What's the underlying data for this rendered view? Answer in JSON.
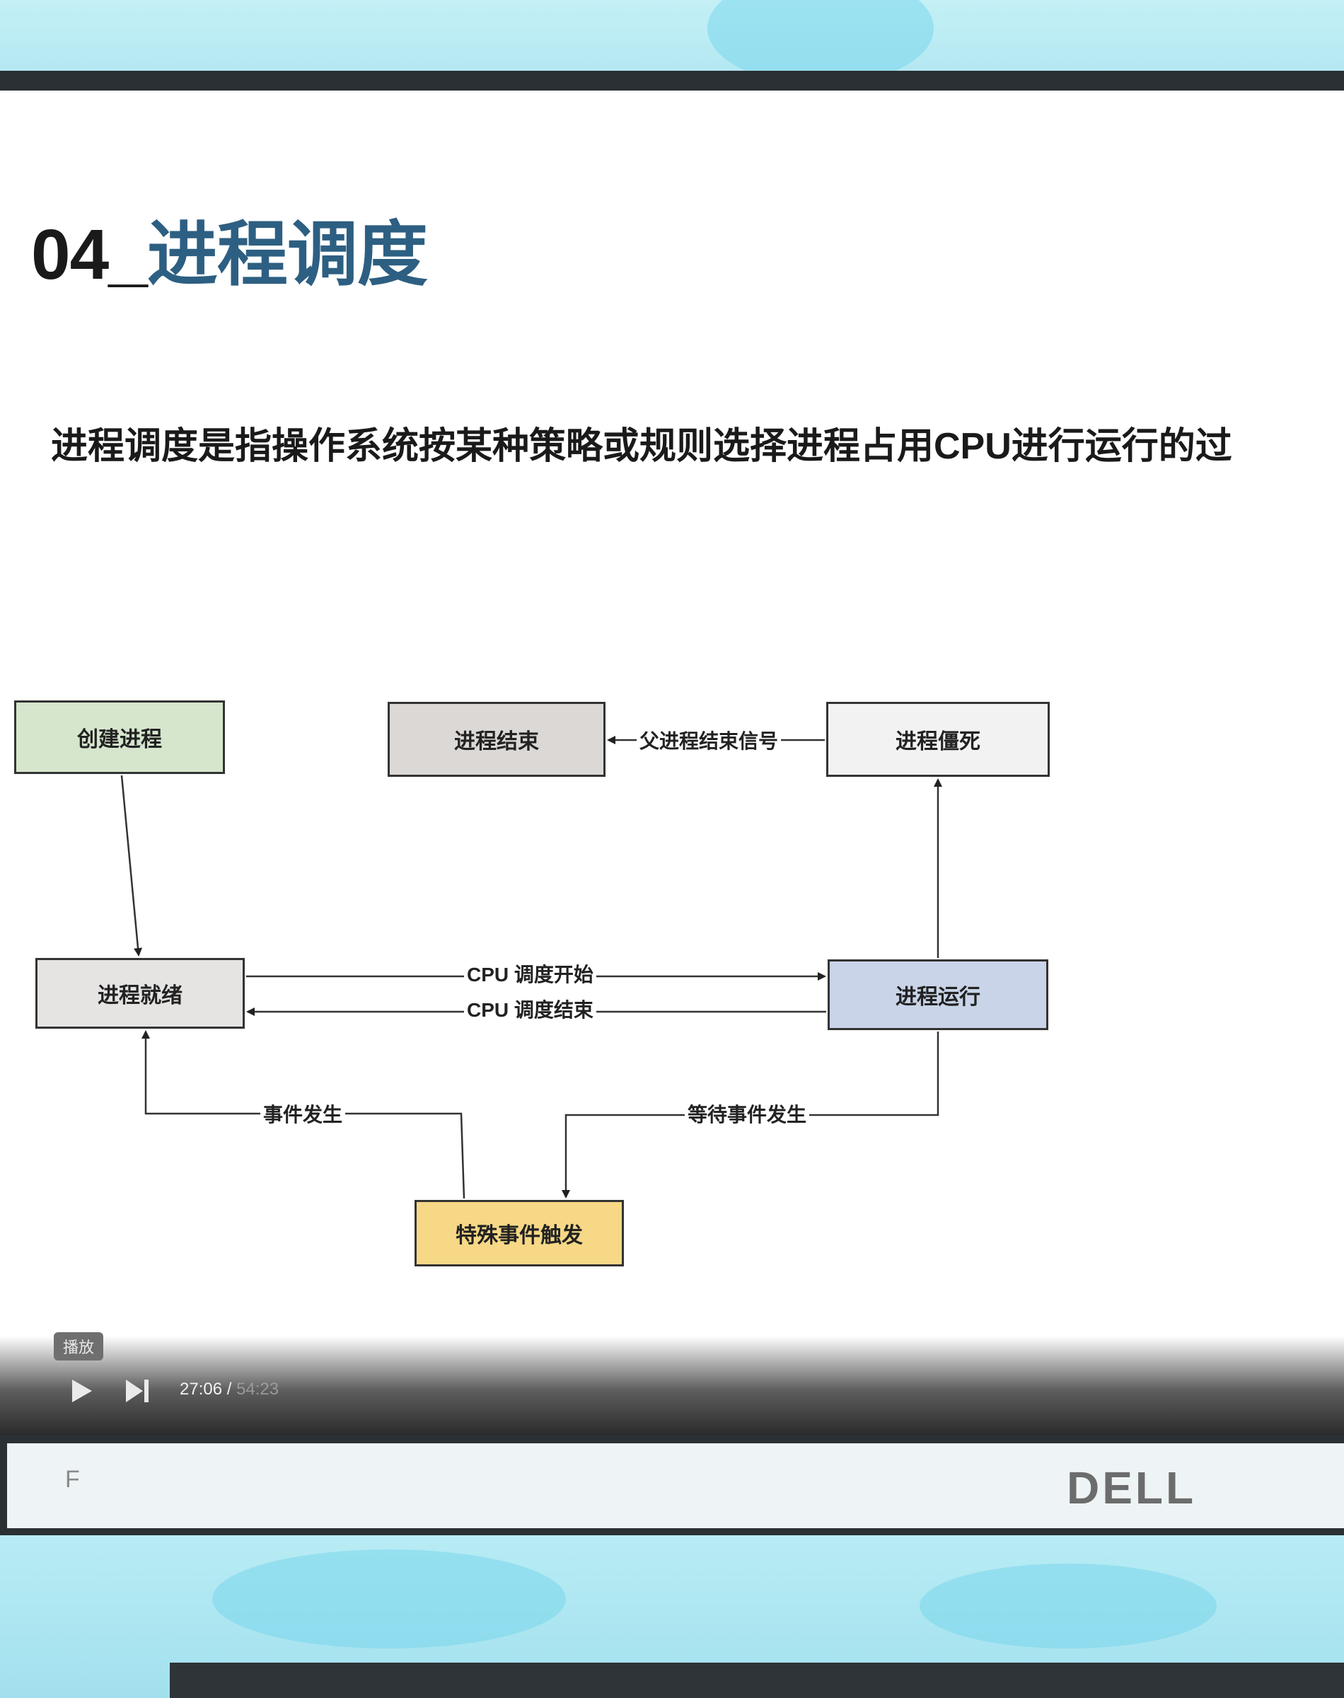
{
  "slide": {
    "title_number": "04_",
    "title_text": "进程调度",
    "description": "进程调度是指操作系统按某种策略或规则选择进程占用CPU进行运行的过"
  },
  "diagram": {
    "nodes": {
      "create": "创建进程",
      "end": "进程结束",
      "zombie": "进程僵死",
      "ready": "进程就绪",
      "run": "进程运行",
      "special_event": "特殊事件触发"
    },
    "edges": {
      "parent_end_signal": "父进程结束信号",
      "cpu_schedule_start": "CPU 调度开始",
      "cpu_schedule_end": "CPU 调度结束",
      "event_occur": "事件发生",
      "wait_event_occur": "等待事件发生"
    }
  },
  "player": {
    "badge": "播放",
    "current_time": "27:06 / ",
    "total_time": "54:23"
  },
  "monitor": {
    "key_label": "F",
    "brand": "DELL"
  },
  "icons": {
    "play": "play-icon",
    "next": "skip-next-icon"
  }
}
